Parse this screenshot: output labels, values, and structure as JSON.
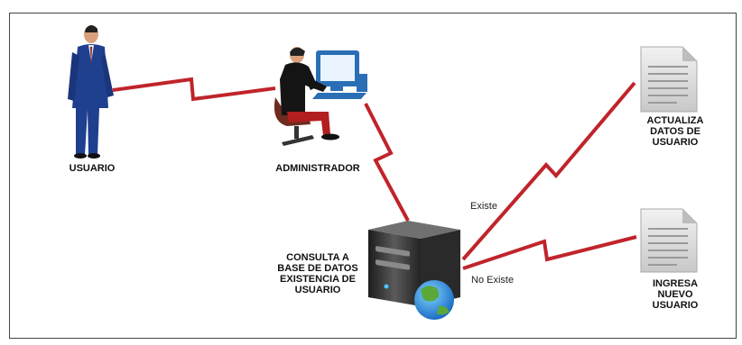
{
  "nodes": {
    "usuario": {
      "label": "USUARIO"
    },
    "administrador": {
      "label": "ADMINISTRADOR"
    },
    "consulta": {
      "label": "CONSULTA A\nBASE DE DATOS\nEXISTENCIA DE\nUSUARIO"
    },
    "actualiza": {
      "label": "ACTUALIZA\nDATOS DE\nUSUARIO"
    },
    "ingresa": {
      "label": "INGRESA\nNUEVO\nUSUARIO"
    }
  },
  "edges": {
    "existe": {
      "label": "Existe"
    },
    "no_existe": {
      "label": "No Existe"
    }
  },
  "colors": {
    "connector": "#c0242b",
    "suit": "#1f3f8f",
    "server": "#3a3a3a",
    "document": "#d9d9d9"
  },
  "icons": {
    "usuario": "businessman-icon",
    "administrador": "computer-operator-icon",
    "consulta": "database-server-icon",
    "actualiza": "document-icon",
    "ingresa": "document-icon"
  }
}
